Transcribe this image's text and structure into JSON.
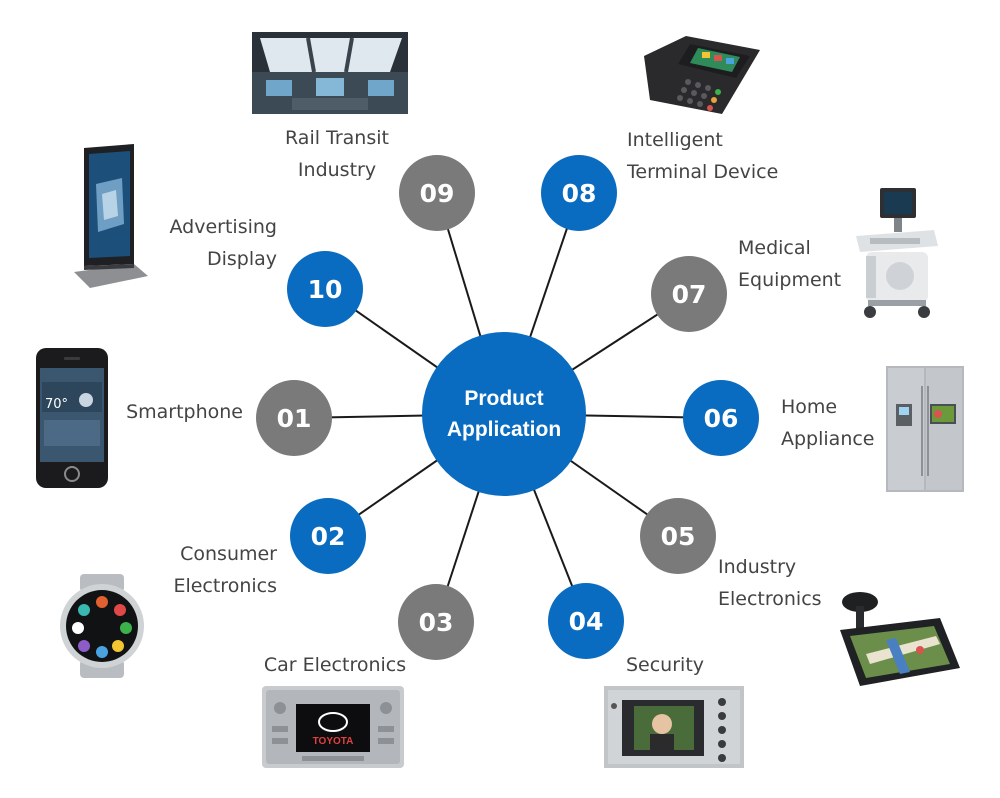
{
  "center": {
    "line1": "Product",
    "line2": "Application"
  },
  "nodes": [
    {
      "number": "01",
      "label": [
        "Smartphone"
      ]
    },
    {
      "number": "02",
      "label": [
        "Consumer",
        "Electronics"
      ]
    },
    {
      "number": "03",
      "label": [
        "Car Electronics"
      ]
    },
    {
      "number": "04",
      "label": [
        "Security"
      ]
    },
    {
      "number": "05",
      "label": [
        "Industry",
        "Electronics"
      ]
    },
    {
      "number": "06",
      "label": [
        "Home",
        "Appliance"
      ]
    },
    {
      "number": "07",
      "label": [
        "Medical",
        "Equipment"
      ]
    },
    {
      "number": "08",
      "label": [
        "Intelligent",
        "Terminal Device"
      ]
    },
    {
      "number": "09",
      "label": [
        "Rail Transit",
        "Industry"
      ]
    },
    {
      "number": "10",
      "label": [
        "Advertising",
        "Display"
      ]
    }
  ],
  "images": {
    "car_radio_brand": "TOYOTA",
    "weather_temp": "70°"
  },
  "colors": {
    "blue": "#0a6cc0",
    "gray": "#7a7a7a",
    "text": "#444444",
    "line": "#1a1a1a"
  }
}
